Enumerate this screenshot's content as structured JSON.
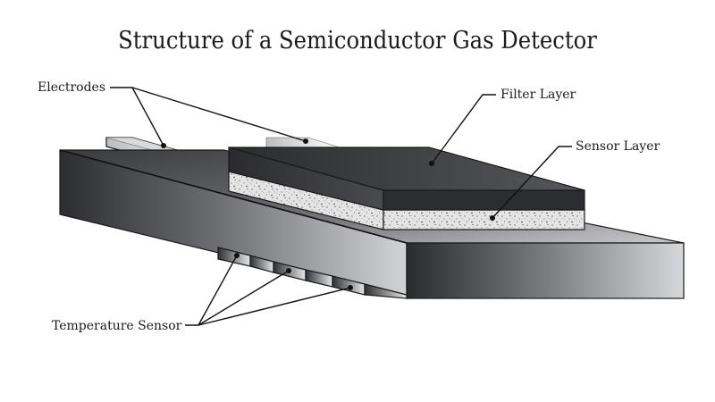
{
  "title": "Structure of a Semiconductor Gas Detector",
  "labels": {
    "electrodes": "Electrodes",
    "filter_layer": "Filter Layer",
    "sensor_layer": "Sensor Layer",
    "temperature_sensor": "Temperature Sensor"
  },
  "colors": {
    "text": "#1a1a1a",
    "dark_block": "#2e2f33",
    "light_block": "#d8d9db",
    "sensor_fill": "#e6e6e6",
    "electrode": "#eeeeee"
  }
}
